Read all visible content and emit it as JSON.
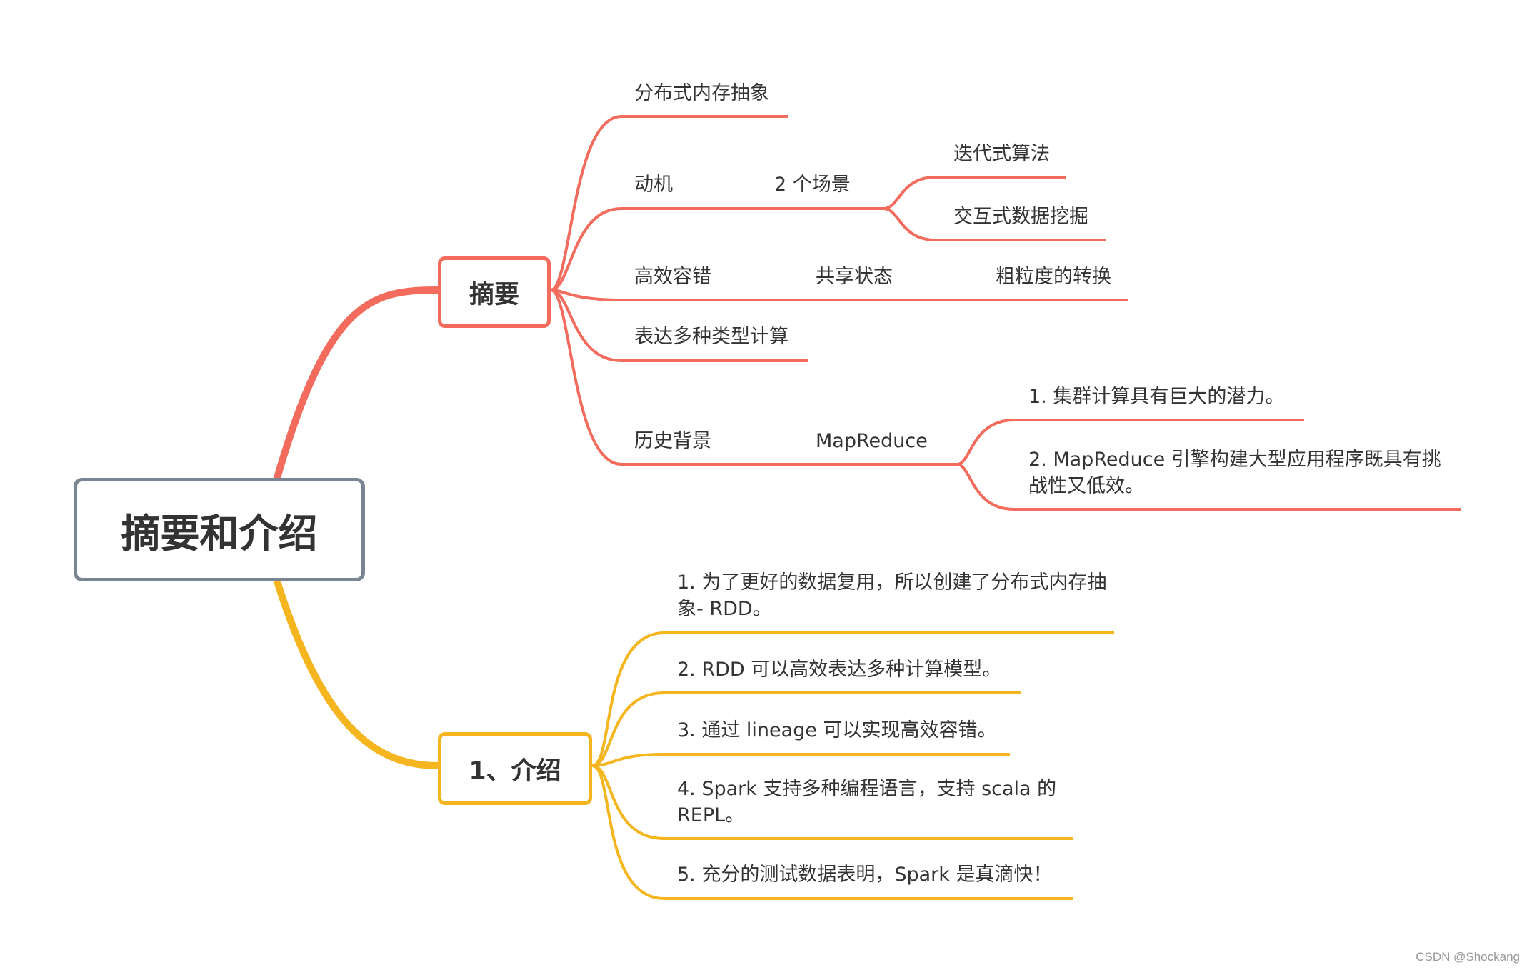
{
  "root": {
    "label": "摘要和介绍",
    "color": "#7a8594"
  },
  "branch_abstract": {
    "label": "摘要",
    "color": "#f26b5c",
    "items": {
      "distributed": "分布式内存抽象",
      "motivation": "动机",
      "scenarios": "2 个场景",
      "iterative": "迭代式算法",
      "interactive": "交互式数据挖掘",
      "fault_tolerance": "高效容错",
      "shared_state": "共享状态",
      "coarse": "粗粒度的转换",
      "expressive": "表达多种类型计算",
      "history": "历史背景",
      "mapreduce": "MapReduce",
      "mr_point1": "1. 集群计算具有巨大的潜力。",
      "mr_point2": "2. MapReduce 引擎构建大型应用程序既具有挑战性又低效。"
    }
  },
  "branch_intro": {
    "label": "1、介绍",
    "color": "#f5b51e",
    "items": {
      "p1": "1. 为了更好的数据复用，所以创建了分布式内存抽象- RDD。",
      "p2": "2. RDD 可以高效表达多种计算模型。",
      "p3": "3. 通过 lineage 可以实现高效容错。",
      "p4": "4. Spark 支持多种编程语言，支持 scala 的 REPL。",
      "p5": "5. 充分的测试数据表明，Spark 是真滴快！"
    }
  },
  "watermark": "CSDN @Shockang"
}
